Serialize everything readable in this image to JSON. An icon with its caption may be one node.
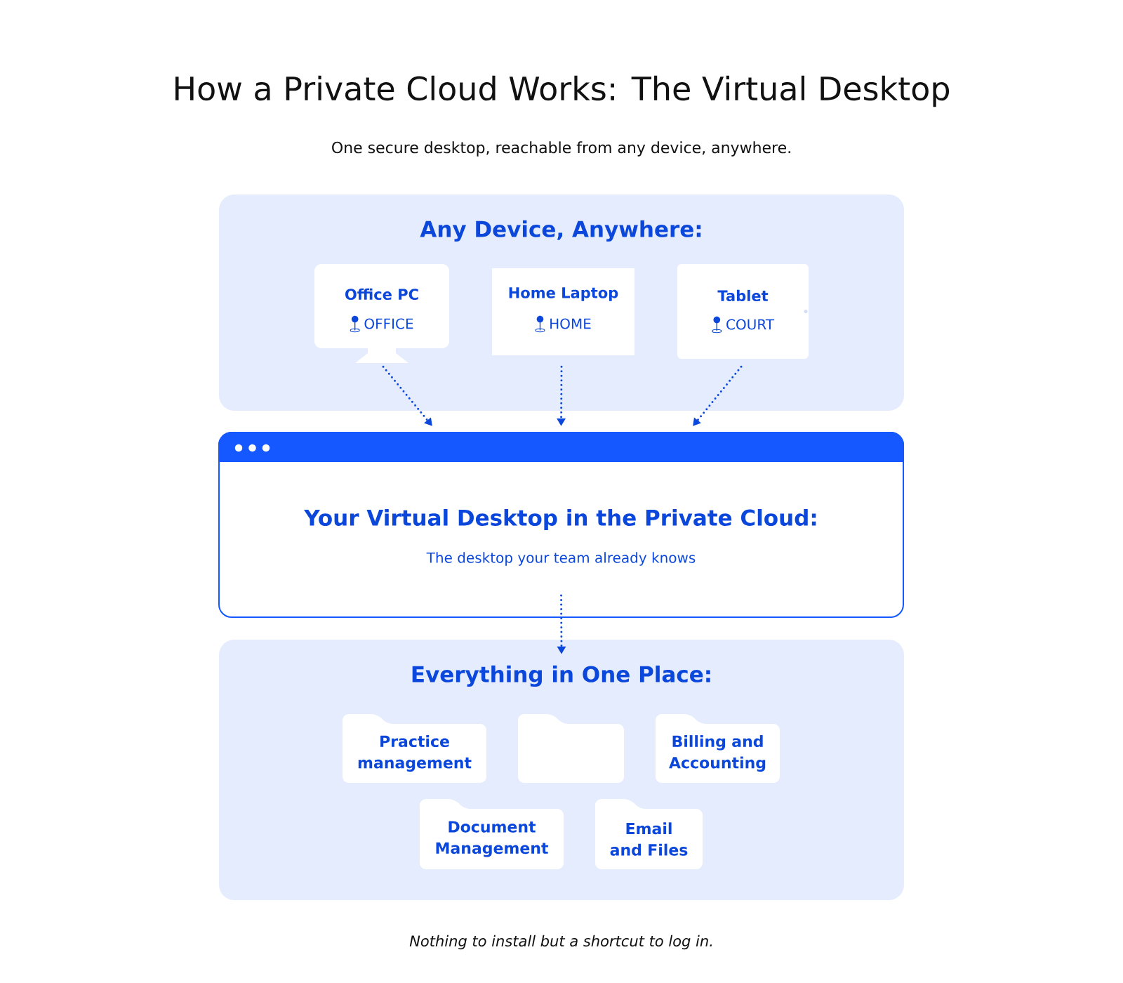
{
  "diagram": {
    "title": "How a Private Cloud Works: The Virtual Desktop",
    "caption": "Nothing to install but a shortcut to log in.",
    "nodes": [
      {
        "text": [
          "Any Device, Anywhere:"
        ]
      },
      {
        "text": [
          "Office PC",
          "OFFICE"
        ],
        "in": 0
      },
      {
        "text": [
          "Home Laptop",
          "HOME"
        ],
        "in": 0
      },
      {
        "text": [
          "Tablet",
          "COURT"
        ],
        "in": 0
      },
      {
        "text": [
          "Your Virtual Desktop in the Private Cloud:",
          "The desktop your team already knows"
        ]
      },
      {
        "text": [
          "Everything in One Place:"
        ]
      },
      {
        "text": [
          "Practice management"
        ],
        "in": 5
      },
      {
        "text": [],
        "shape": "folder",
        "in": 5
      },
      {
        "text": [
          "Billing and Accounting"
        ],
        "in": 5
      },
      {
        "text": [
          "Document Management"
        ],
        "in": 5
      },
      {
        "text": [
          "Email and Files"
        ],
        "in": 5
      }
    ],
    "edges": [
      {
        "from": 1,
        "to": 4,
        "arrow": "to",
        "style": "dashed"
      },
      {
        "from": 2,
        "to": 4,
        "arrow": "to",
        "style": "dashed"
      },
      {
        "from": 3,
        "to": 4,
        "arrow": "to",
        "style": "dashed"
      },
      {
        "from": 4,
        "to": 5,
        "arrow": "to",
        "style": "dashed"
      }
    ],
    "labels": [
      "One secure desktop, reachable from any device, anywhere."
    ]
  }
}
